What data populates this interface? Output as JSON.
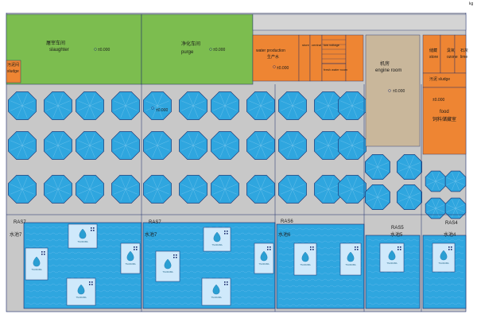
{
  "colors": {
    "green": "#7cbd4f",
    "orange": "#ee8533",
    "tan": "#c9b79b",
    "floor": "#c8c8c8",
    "water": "#2fa6df",
    "water_light": "#cfe9fb",
    "wave": "#5cb8ea",
    "line": "#1a2a6a"
  },
  "rooms": {
    "slaughter": {
      "zh": "屠宰车间",
      "en": "slaughter",
      "level": "±0.000"
    },
    "purge": {
      "zh": "净化车间",
      "en": "purge",
      "level": "±0.000"
    },
    "sludge_left": {
      "zh": "污泥间",
      "en": "sludge"
    },
    "water_production": {
      "en": "water production",
      "zh": "生产水",
      "level": "±0.000"
    },
    "store_small": {
      "en": "store"
    },
    "central_control": {
      "en": "central"
    },
    "low_voltage": {
      "en": "low voltage"
    },
    "fresh_water_room": {
      "en": "fresh water room"
    },
    "engine_room": {
      "zh": "机房",
      "en": "engine room",
      "level": "±0.000"
    },
    "store_right": {
      "zh": "储藏",
      "en": "store"
    },
    "ozone": {
      "zh": "臭氧",
      "en": "ozone"
    },
    "lime": {
      "zh": "石灰",
      "en": "lime"
    },
    "sludge_right": {
      "en": "污泥 sludge"
    },
    "food": {
      "en": "food",
      "zh": "饲料储藏室",
      "level": "±0.000"
    }
  },
  "floor_level": "±0.000",
  "pool_groups": [
    {
      "code": "RAS7",
      "zh": "水池7"
    },
    {
      "code": "RAS7",
      "zh": "水池7"
    },
    {
      "code": "RAS6",
      "zh": "水池6"
    },
    {
      "code": "RAS5",
      "zh": "水池5"
    },
    {
      "code": "RAS4",
      "zh": "水池4"
    }
  ],
  "logo_text": "TSURUBA",
  "top_right": "kg"
}
